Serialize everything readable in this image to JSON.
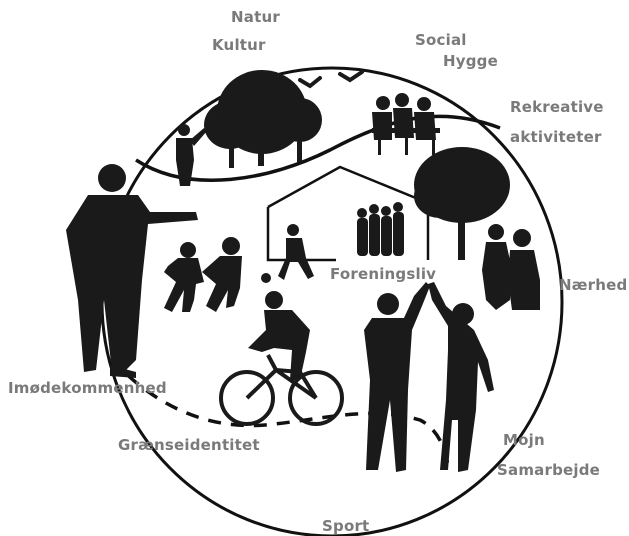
{
  "labels": {
    "natur": "Natur",
    "kultur": "Kultur",
    "social": "Social",
    "hygge": "Hygge",
    "rekreative": "Rekreative",
    "aktiviteter": "aktiviteter",
    "naerhed": "Nærhed",
    "foreningsliv": "Foreningsliv",
    "imodekommenhed": "Imødekommenhed",
    "graenseidentitet": "Grænseidentitet",
    "mojn": "Mojn",
    "samarbejde": "Samarbejde",
    "sport": "Sport"
  },
  "colors": {
    "label": "#7a7a7a",
    "silhouette": "#1a1a1a",
    "outline": "#111111",
    "background": "#ffffff"
  }
}
